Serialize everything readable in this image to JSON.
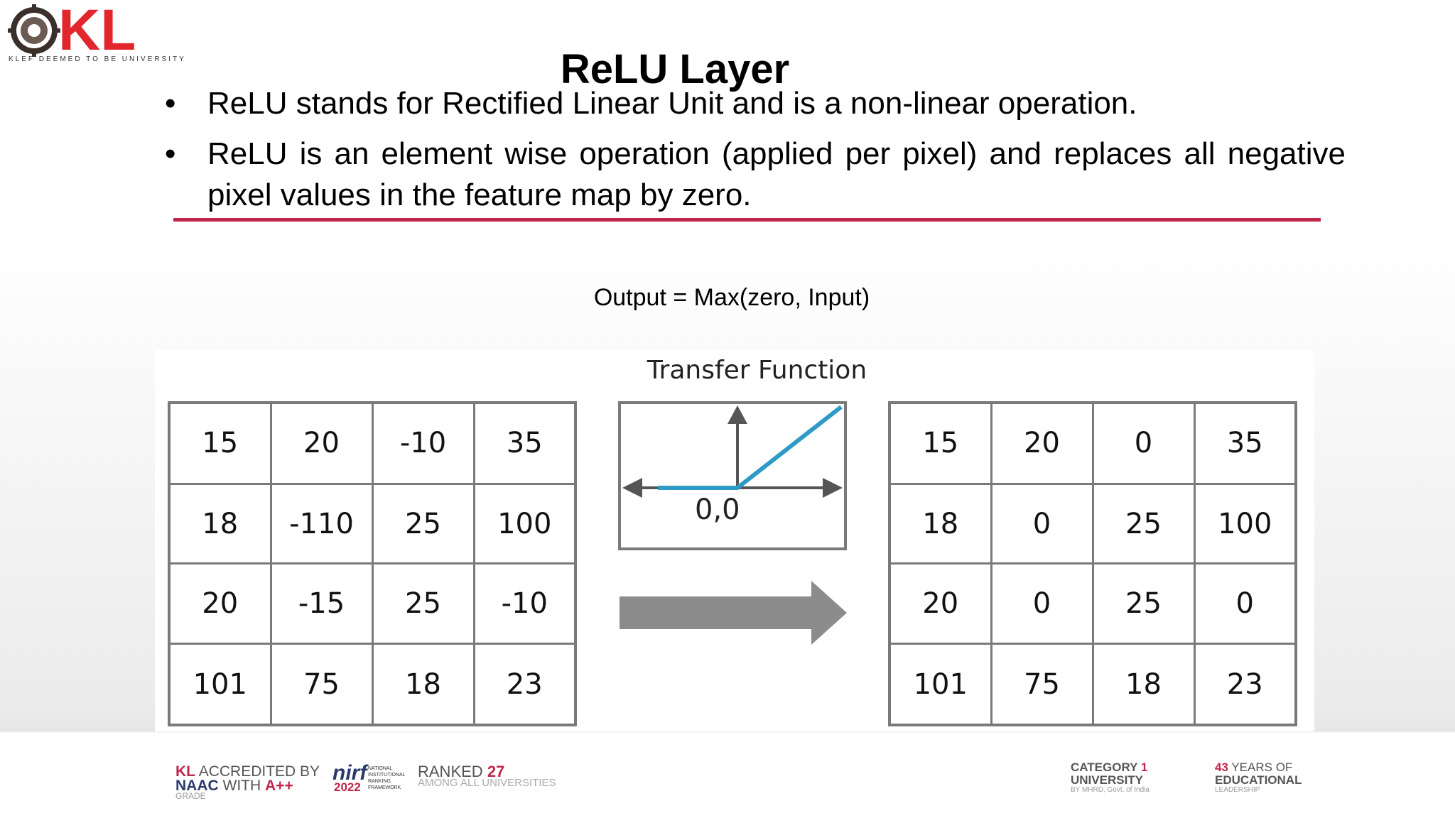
{
  "header": {
    "logo": {
      "letters": "KL",
      "subtext": "KLEF DEEMED TO BE UNIVERSITY",
      "brand_color": "#e1262d"
    },
    "title": "ReLU Layer"
  },
  "bullets": [
    {
      "text": "ReLU stands for Rectified Linear Unit and is a non-linear operation."
    },
    {
      "text": "ReLU is an element wise operation (applied per pixel) and replaces all negative pixel values in the feature map by zero."
    }
  ],
  "accent_color": "#c0264a",
  "formula": "Output = Max(zero, Input)",
  "figure": {
    "transfer_label": "Transfer Function",
    "origin_label": "0,0",
    "line_color": "#2e9bc6",
    "input_grid": [
      [
        "15",
        "20",
        "-10",
        "35"
      ],
      [
        "18",
        "-110",
        "25",
        "100"
      ],
      [
        "20",
        "-15",
        "25",
        "-10"
      ],
      [
        "101",
        "75",
        "18",
        "23"
      ]
    ],
    "output_grid": [
      [
        "15",
        "20",
        "0",
        "35"
      ],
      [
        "18",
        "0",
        "25",
        "100"
      ],
      [
        "20",
        "0",
        "25",
        "0"
      ],
      [
        "101",
        "75",
        "18",
        "23"
      ]
    ]
  },
  "footer": {
    "naac": {
      "kl": "KL",
      "accredited": "ACCREDITED BY",
      "naac": "NAAC",
      "with": "WITH",
      "grade": "A++",
      "grade_word": "GRADE"
    },
    "nirf": {
      "logo": "nirf",
      "year": "2022",
      "small": "NATIONAL INSTITUTIONAL RANKING FRAMEWORK",
      "ranked": "RANKED",
      "rank": "27",
      "among": "AMONG ALL UNIVERSITIES"
    },
    "category": {
      "line1_a": "CATEGORY",
      "line1_b": "1",
      "line2": "UNIVERSITY",
      "line3": "BY MHRD, Govt. of India"
    },
    "years": {
      "num": "43",
      "line1": "YEARS OF",
      "line2": "EDUCATIONAL",
      "line3": "LEADERSHIP"
    }
  }
}
